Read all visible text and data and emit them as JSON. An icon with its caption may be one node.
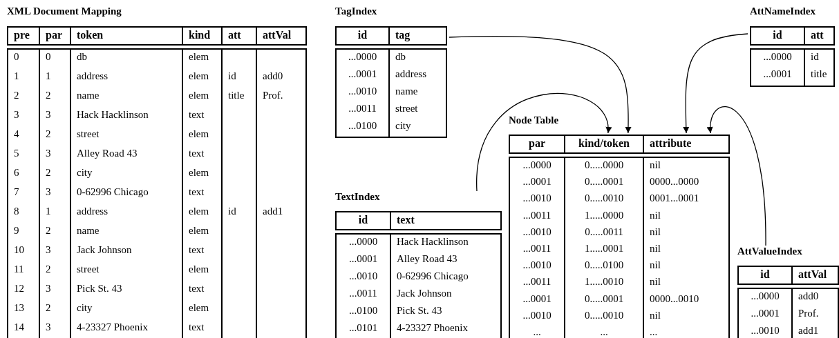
{
  "diagram": {
    "nodes": [
      {
        "text": [
          "XML Document Mapping"
        ]
      },
      {
        "text": [
          "pre",
          "0",
          "1",
          "2",
          "3",
          "4",
          "5",
          "6",
          "7",
          "8",
          "9",
          "10",
          "11",
          "12",
          "13",
          "14"
        ],
        "in": 0
      },
      {
        "text": [
          "par",
          "0",
          "1",
          "2",
          "3",
          "2",
          "3",
          "2",
          "3",
          "1",
          "2",
          "3",
          "2",
          "3",
          "2",
          "3"
        ],
        "in": 0
      },
      {
        "text": [
          "token",
          "db",
          "address",
          "name",
          "Hack Hacklinson",
          "street",
          "Alley Road 43",
          "city",
          "0-62996 Chicago",
          "address",
          "name",
          "Jack Johnson",
          "street",
          "Pick St. 43",
          "city",
          "4-23327 Phoenix"
        ],
        "in": 0
      },
      {
        "text": [
          "kind",
          "elem",
          "elem",
          "elem",
          "text",
          "elem",
          "text",
          "elem",
          "text",
          "elem",
          "elem",
          "text",
          "elem",
          "text",
          "elem",
          "text"
        ],
        "in": 0
      },
      {
        "text": [
          "att",
          "id",
          "title",
          "id"
        ],
        "in": 0
      },
      {
        "text": [
          "attVal",
          "add0",
          "Prof.",
          "add1"
        ],
        "in": 0
      },
      {
        "text": [
          "TagIndex"
        ]
      },
      {
        "text": [
          "id",
          "...0000",
          "...0001",
          "...0010",
          "...0011",
          "...0100"
        ],
        "in": 7
      },
      {
        "text": [
          "tag",
          "db",
          "address",
          "name",
          "street",
          "city"
        ],
        "in": 7
      },
      {
        "text": [
          "AttNameIndex"
        ]
      },
      {
        "text": [
          "id",
          "...0000",
          "...0001"
        ],
        "in": 10
      },
      {
        "text": [
          "att",
          "id",
          "title"
        ],
        "in": 10
      },
      {
        "text": [
          "Node Table"
        ]
      },
      {
        "text": [
          "par",
          "...0000",
          "...0001",
          "...0010",
          "...0011",
          "...0010",
          "...0011",
          "...0010",
          "...0011",
          "...0001",
          "...0010",
          "..."
        ],
        "in": 13
      },
      {
        "text": [
          "kind/token",
          "0.....0000",
          "0.....0001",
          "0.....0010",
          "1.....0000",
          "0.....0011",
          "1.....0001",
          "0.....0100",
          "1.....0010",
          "0.....0001",
          "0.....0010",
          "..."
        ],
        "in": 13
      },
      {
        "text": [
          "attribute",
          "nil",
          "0000...0000",
          "0001...0001",
          "nil",
          "nil",
          "nil",
          "nil",
          "nil",
          "0000...0010",
          "nil",
          "..."
        ],
        "in": 13
      },
      {
        "text": [
          "TextIndex"
        ]
      },
      {
        "text": [
          "id",
          "...0000",
          "...0001",
          "...0010",
          "...0011",
          "...0100",
          "...0101"
        ],
        "in": 17
      },
      {
        "text": [
          "text",
          "Hack Hacklinson",
          "Alley Road 43",
          "0-62996 Chicago",
          "Jack Johnson",
          "Pick St. 43",
          "4-23327 Phoenix"
        ],
        "in": 17
      },
      {
        "text": [
          "AttValueIndex"
        ]
      },
      {
        "text": [
          "id",
          "...0000",
          "...0001",
          "...0010"
        ],
        "in": 20
      },
      {
        "text": [
          "attVal",
          "add0",
          "Prof.",
          "add1"
        ],
        "in": 20
      }
    ],
    "edges": [
      {
        "from": 7,
        "to": 15,
        "arrow": "to"
      },
      {
        "from": 17,
        "to": 15,
        "arrow": "to"
      },
      {
        "from": 10,
        "to": 16,
        "arrow": "to"
      },
      {
        "from": 20,
        "to": 16,
        "arrow": "to"
      }
    ]
  }
}
